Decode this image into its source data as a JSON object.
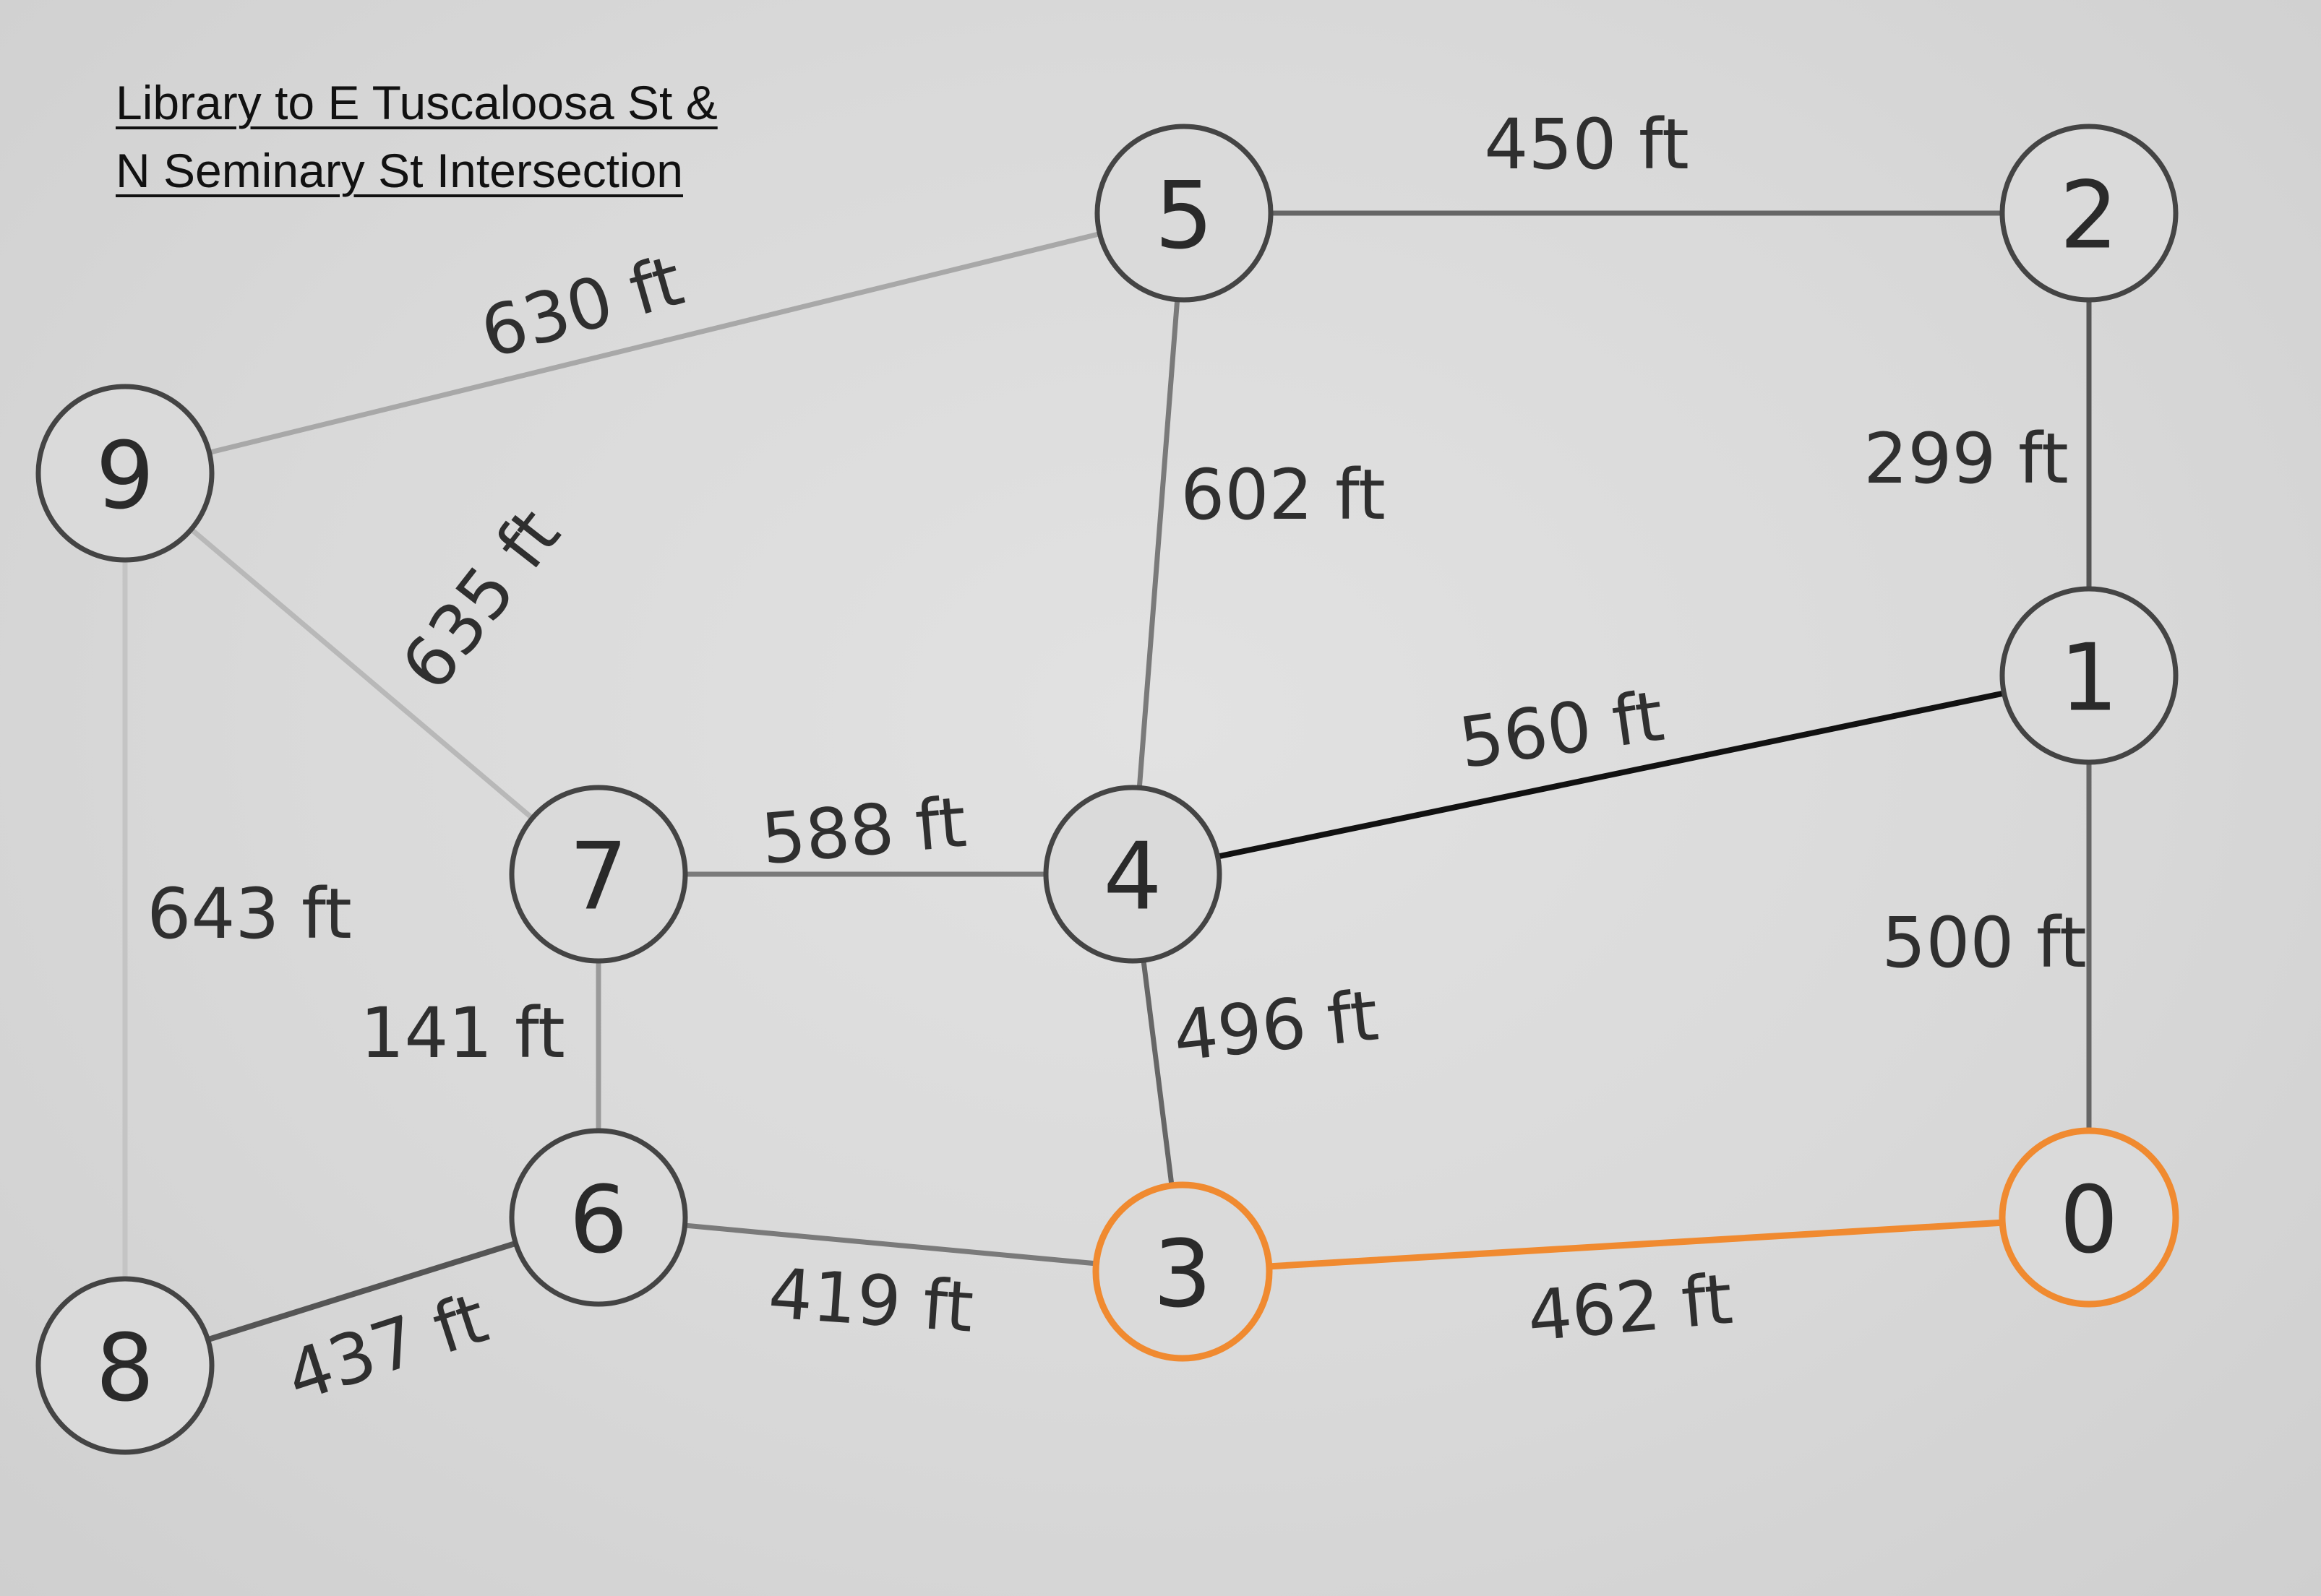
{
  "title": {
    "line1": "Library to E Tuscaloosa St &",
    "line2": "N Seminary St Intersection"
  },
  "colors": {
    "highlight": "#f08a30",
    "node_stroke": "#444444"
  },
  "nodes": [
    {
      "id": "0",
      "label": "0",
      "highlight": true
    },
    {
      "id": "1",
      "label": "1",
      "highlight": false
    },
    {
      "id": "2",
      "label": "2",
      "highlight": false
    },
    {
      "id": "3",
      "label": "3",
      "highlight": true
    },
    {
      "id": "4",
      "label": "4",
      "highlight": false
    },
    {
      "id": "5",
      "label": "5",
      "highlight": false
    },
    {
      "id": "6",
      "label": "6",
      "highlight": false
    },
    {
      "id": "7",
      "label": "7",
      "highlight": false
    },
    {
      "id": "8",
      "label": "8",
      "highlight": false
    },
    {
      "id": "9",
      "label": "9",
      "highlight": false
    }
  ],
  "edges": [
    {
      "from": "5",
      "to": "2",
      "label": "450 ft",
      "color": "#666666"
    },
    {
      "from": "9",
      "to": "5",
      "label": "630 ft",
      "color": "#a8a8a8"
    },
    {
      "from": "5",
      "to": "4",
      "label": "602 ft",
      "color": "#7a7a7a"
    },
    {
      "from": "2",
      "to": "1",
      "label": "299 ft",
      "color": "#555555"
    },
    {
      "from": "9",
      "to": "7",
      "label": "635 ft",
      "color": "#b8b8b8"
    },
    {
      "from": "4",
      "to": "1",
      "label": "560 ft",
      "color": "#111111"
    },
    {
      "from": "7",
      "to": "4",
      "label": "588 ft",
      "color": "#7a7a7a"
    },
    {
      "from": "1",
      "to": "0",
      "label": "500 ft",
      "color": "#666666"
    },
    {
      "from": "9",
      "to": "8",
      "label": "643 ft",
      "color": "#c4c4c4"
    },
    {
      "from": "7",
      "to": "6",
      "label": "141 ft",
      "color": "#9a9a9a"
    },
    {
      "from": "4",
      "to": "3",
      "label": "496 ft",
      "color": "#666666"
    },
    {
      "from": "6",
      "to": "3",
      "label": "419 ft",
      "color": "#7a7a7a"
    },
    {
      "from": "8",
      "to": "6",
      "label": "437 ft",
      "color": "#555555"
    },
    {
      "from": "3",
      "to": "0",
      "label": "462 ft",
      "color": "#f08a30"
    }
  ]
}
